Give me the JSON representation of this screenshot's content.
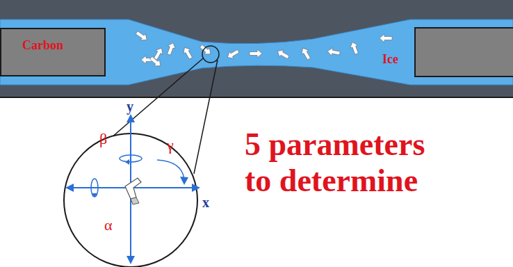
{
  "diagram": {
    "nodes": [
      {
        "text": [
          "Carbon"
        ]
      },
      {
        "text": [
          "Ice"
        ]
      }
    ],
    "labels": [
      "y",
      "x",
      "α",
      "β",
      "γ",
      "5 parameters to determine"
    ]
  }
}
